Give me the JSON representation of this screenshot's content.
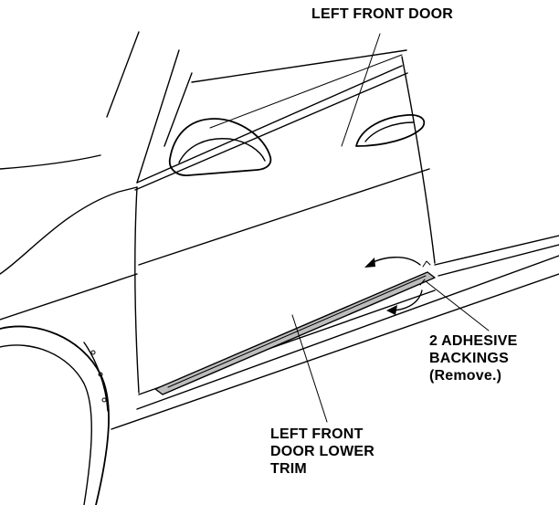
{
  "labels": {
    "door": "LEFT FRONT DOOR",
    "backings": [
      "2 ADHESIVE",
      "BACKINGS",
      "(Remove.)"
    ],
    "trim": [
      "LEFT FRONT",
      "DOOR LOWER",
      "TRIM"
    ]
  },
  "colors": {
    "trim_fill": "#bdbdbd",
    "ink": "#000000"
  }
}
